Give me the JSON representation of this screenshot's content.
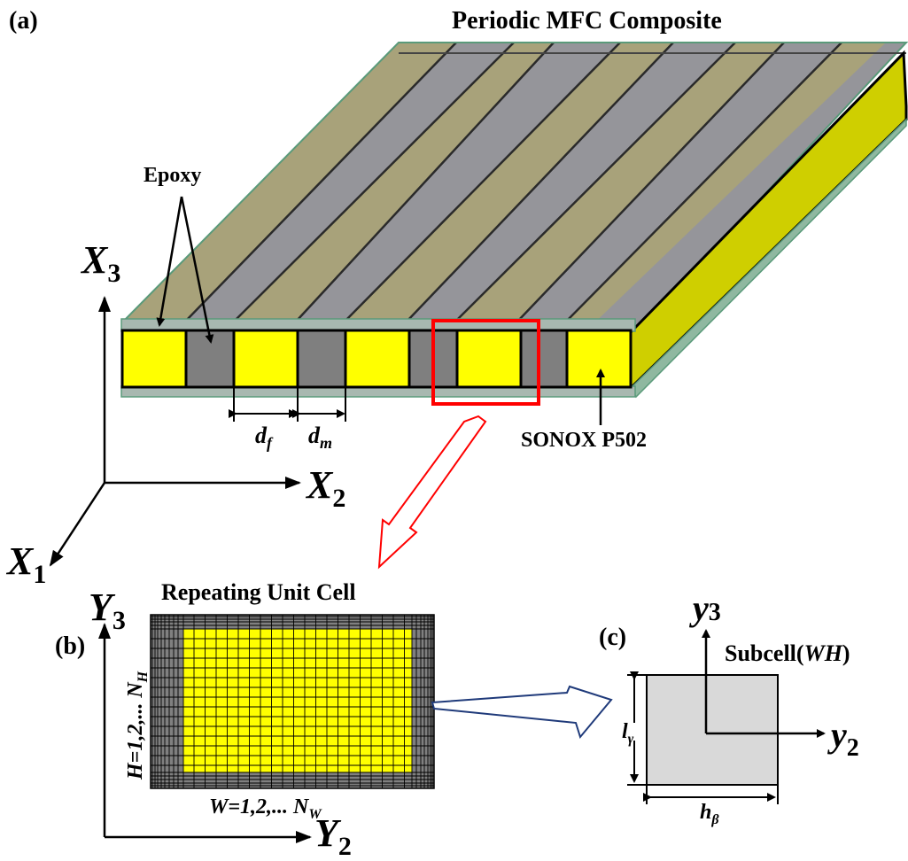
{
  "labels": {
    "panel_a": "(a)",
    "panel_b": "(b)",
    "panel_c": "(c)",
    "title": "Periodic MFC Composite",
    "epoxy": "Epoxy",
    "sonox": "SONOX P502",
    "ruc": "Repeating Unit Cell",
    "df_main": "d",
    "df_sub": "f",
    "dm_main": "d",
    "dm_sub": "m",
    "X3_main": "X",
    "X3_sub": "3",
    "X2_main": "X",
    "X2_sub": "2",
    "X1_main": "X",
    "X1_sub": "1",
    "Y3_main": "Y",
    "Y3_sub": "3",
    "Y2_main": "Y",
    "Y2_sub": "2",
    "H_label": "H=1,2,... N",
    "H_sub": "H",
    "W_label": "W=1,2,... N",
    "W_sub": "W",
    "y3_main": "y",
    "y3_sub": "3",
    "y2_main": "y",
    "y2_sub": "2",
    "subcell_pre": "Subcell(",
    "subcell_it": "WH",
    "subcell_post": ")",
    "lgamma_main": "l",
    "lgamma_sub": "γ",
    "hbeta_main": "h",
    "hbeta_sub": "β"
  },
  "colors": {
    "fiber": "#ffff00",
    "fiber_top": "#a8a27a",
    "epoxy": "#7f7f7f",
    "epoxy_top": "#95959a",
    "side_face": "#cfcf00",
    "film_edge": "#5a9a7a",
    "highlight": "#ff0000",
    "navy_arrow": "#1f3a7a",
    "subcell": "#d9d9d9"
  }
}
